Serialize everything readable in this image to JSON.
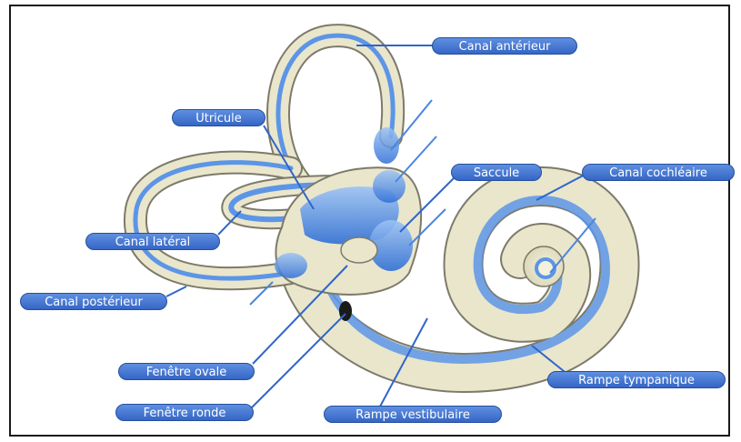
{
  "labels": {
    "canal_anterieur": "Canal antérieur",
    "utricule": "Utricule",
    "saccule": "Saccule",
    "canal_cochleaire": "Canal cochléaire",
    "canal_lateral": "Canal latéral",
    "canal_posterieur": "Canal postérieur",
    "fenetre_ovale": "Fenêtre ovale",
    "fenetre_ronde": "Fenêtre ronde",
    "rampe_vestibulaire": "Rampe vestibulaire",
    "rampe_tympanique": "Rampe tympanique"
  },
  "colors": {
    "label_bg": "#3f72d2",
    "bone": "#e9e6cc",
    "bone_edge": "#7d7a6a",
    "membrane": "#3a7fe0",
    "pointer": "#2f66c9"
  }
}
